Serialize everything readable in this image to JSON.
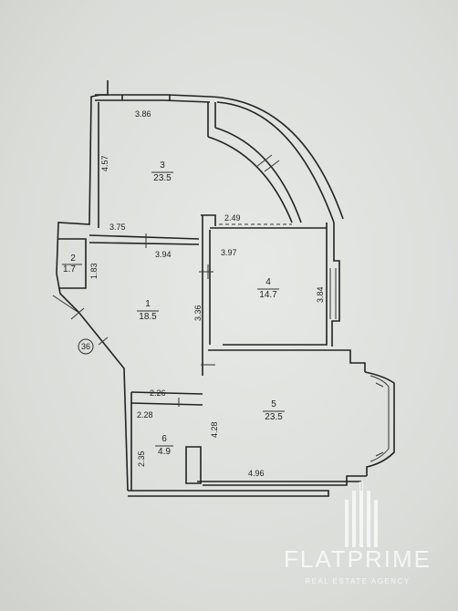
{
  "plan": {
    "rooms": [
      {
        "number": "1",
        "area": "18.5"
      },
      {
        "number": "2",
        "area": "1.7"
      },
      {
        "number": "3",
        "area": "23.5"
      },
      {
        "number": "4",
        "area": "14.7"
      },
      {
        "number": "5",
        "area": "23.5"
      },
      {
        "number": "6",
        "area": "4.9"
      }
    ],
    "dimensions": [
      "3.86",
      "4.57",
      "3.75",
      "3.94",
      "2.49",
      "3.97",
      "1.83",
      "3.36",
      "3.84",
      "2.26",
      "2.28",
      "4.28",
      "2.35",
      "4.96"
    ],
    "marker": "36"
  },
  "watermark": {
    "brand": "FLATPRIME",
    "tagline": "REAL ESTATE AGENCY"
  }
}
